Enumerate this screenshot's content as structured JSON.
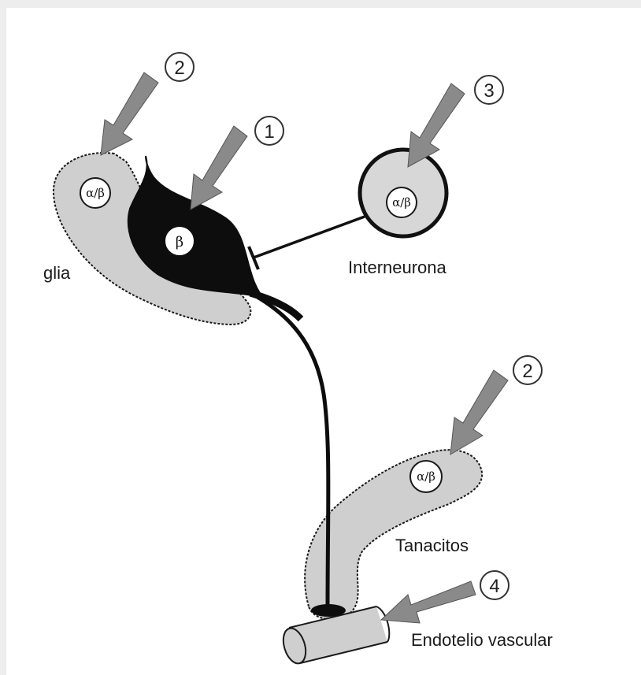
{
  "labels": {
    "glia": "glia",
    "interneurona": "Interneurona",
    "tanacitos": "Tanacitos",
    "endotelio": "Endotelio vascular"
  },
  "receptors": {
    "glia": "α/β",
    "neuron": "β",
    "interneuron": "α/β",
    "tanycyte": "α/β"
  },
  "markers": {
    "glia": "2",
    "neuron": "1",
    "interneuron": "3",
    "tanycyte": "2",
    "endothelium": "4"
  },
  "colors": {
    "cell_fill": "#cfcfcf",
    "neuron_fill": "#0d0d0d",
    "arrow_fill": "#8a8a8a",
    "outline": "#1a1a1a"
  }
}
